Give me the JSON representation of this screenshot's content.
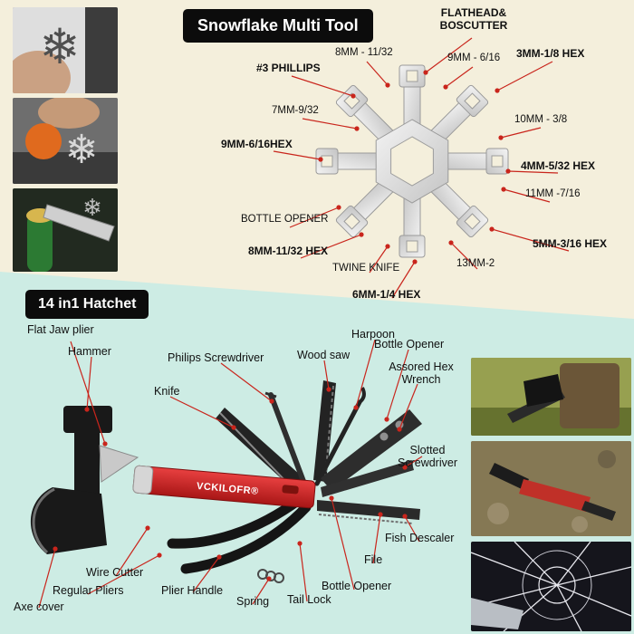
{
  "page": {
    "bg_top": "#f4efdc",
    "bg_bottom": "#cdece4",
    "accent_red": "#c9251c",
    "title_bg": "#0c0c0c"
  },
  "snowflake": {
    "title": "Snowflake Multi Tool",
    "labels": [
      {
        "text": "FLATHEAD& BOSCUTTER"
      },
      {
        "text": "#3 PHILLIPS"
      },
      {
        "text": "8MM - 11/32"
      },
      {
        "text": "9MM - 6/16"
      },
      {
        "text": "3MM-1/8 HEX"
      },
      {
        "text": "7MM-9/32"
      },
      {
        "text": "10MM - 3/8"
      },
      {
        "text": "9MM-6/16HEX"
      },
      {
        "text": "4MM-5/32 HEX"
      },
      {
        "text": "11MM -7/16"
      },
      {
        "text": "BOTTLE OPENER"
      },
      {
        "text": "5MM-3/16 HEX"
      },
      {
        "text": "8MM-11/32 HEX"
      },
      {
        "text": "TWINE KNIFE"
      },
      {
        "text": "13MM-2"
      },
      {
        "text": "6MM-1/4 HEX"
      }
    ]
  },
  "hatchet": {
    "title": "14 in1 Hatchet",
    "brand": "VCKILOFR®",
    "labels": [
      {
        "text": "Flat Jaw plier"
      },
      {
        "text": "Hammer"
      },
      {
        "text": "Philips Screwdriver"
      },
      {
        "text": "Wood saw"
      },
      {
        "text": "Harpoon"
      },
      {
        "text": "Bottle Opener"
      },
      {
        "text": "Assored Hex Wrench"
      },
      {
        "text": "Knife"
      },
      {
        "text": "Slotted Screwdriver"
      },
      {
        "text": "Fish Descaler"
      },
      {
        "text": "File"
      },
      {
        "text": "Bottle Opener"
      },
      {
        "text": "Tail Lock"
      },
      {
        "text": "Spring"
      },
      {
        "text": "Plier Handle"
      },
      {
        "text": "Wire Cutter"
      },
      {
        "text": "Regular Pliers"
      },
      {
        "text": "Axe cover"
      }
    ]
  }
}
